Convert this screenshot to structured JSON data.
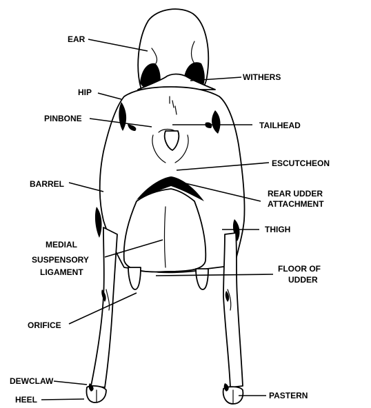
{
  "labels": {
    "ear": "EAR",
    "withers": "WITHERS",
    "hip": "HIP",
    "pinbone": "PINBONE",
    "tailhead": "TAILHEAD",
    "escutcheon": "ESCUTCHEON",
    "barrel": "BARREL",
    "rear_udder_attachment_1": "REAR UDDER",
    "rear_udder_attachment_2": "ATTACHMENT",
    "thigh": "THIGH",
    "medial_suspensory_ligament_1": "MEDIAL",
    "medial_suspensory_ligament_2": "SUSPENSORY",
    "medial_suspensory_ligament_3": "LIGAMENT",
    "floor_of_udder_1": "FLOOR OF",
    "floor_of_udder_2": "UDDER",
    "orifice": "ORIFICE",
    "dewclaw": "DEWCLAW",
    "heel": "HEEL",
    "pastern": "PASTERN"
  }
}
